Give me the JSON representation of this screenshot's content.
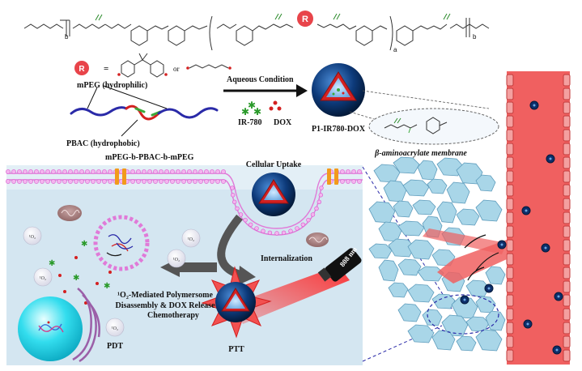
{
  "top_formula": {
    "r_symbol": "R",
    "subscript_b": "b",
    "subscript_a": "a"
  },
  "r_definition": {
    "symbol": "R",
    "equals": "=",
    "or": "or"
  },
  "copolymer": {
    "hydrophilic_label": "mPEG (hydrophilic)",
    "hydrophobic_label": "PBAC (hydrophobic)",
    "name": "mPEG-b-PBAC-b-mPEG"
  },
  "assembly": {
    "condition": "Aqueous Condition",
    "dye_label": "IR-780",
    "drug_label": "DOX",
    "polymersome_label": "P1-IR780-DOX",
    "membrane_label": "β-aminoacrylate membrane"
  },
  "cell_panel": {
    "uptake_label": "Cellular Uptake",
    "internalization_label": "Internalization",
    "laser_label": "808 nm",
    "mechanism_line1": "¹O₂-Mediated Polymersome",
    "mechanism_line2": "Disassembly & DOX Release",
    "mechanism_line3": "Chemotherapy",
    "pdt_label": "PDT",
    "ptt_label": "PTT",
    "singlet_oxygen": "¹O₂"
  },
  "colors": {
    "peg_blue": "#2a2aa8",
    "pbac_red": "#d42020",
    "pbac_green": "#3aa83a",
    "r_circle": "#e8444a",
    "panel_bg": "#d4e6f1",
    "membrane_pink": "#e07ad8",
    "vessel_red": "#f06060",
    "cell_blue": "#a9d6e8",
    "nucleus_cyan": "#33ddee",
    "laser_red": "#e81010"
  }
}
